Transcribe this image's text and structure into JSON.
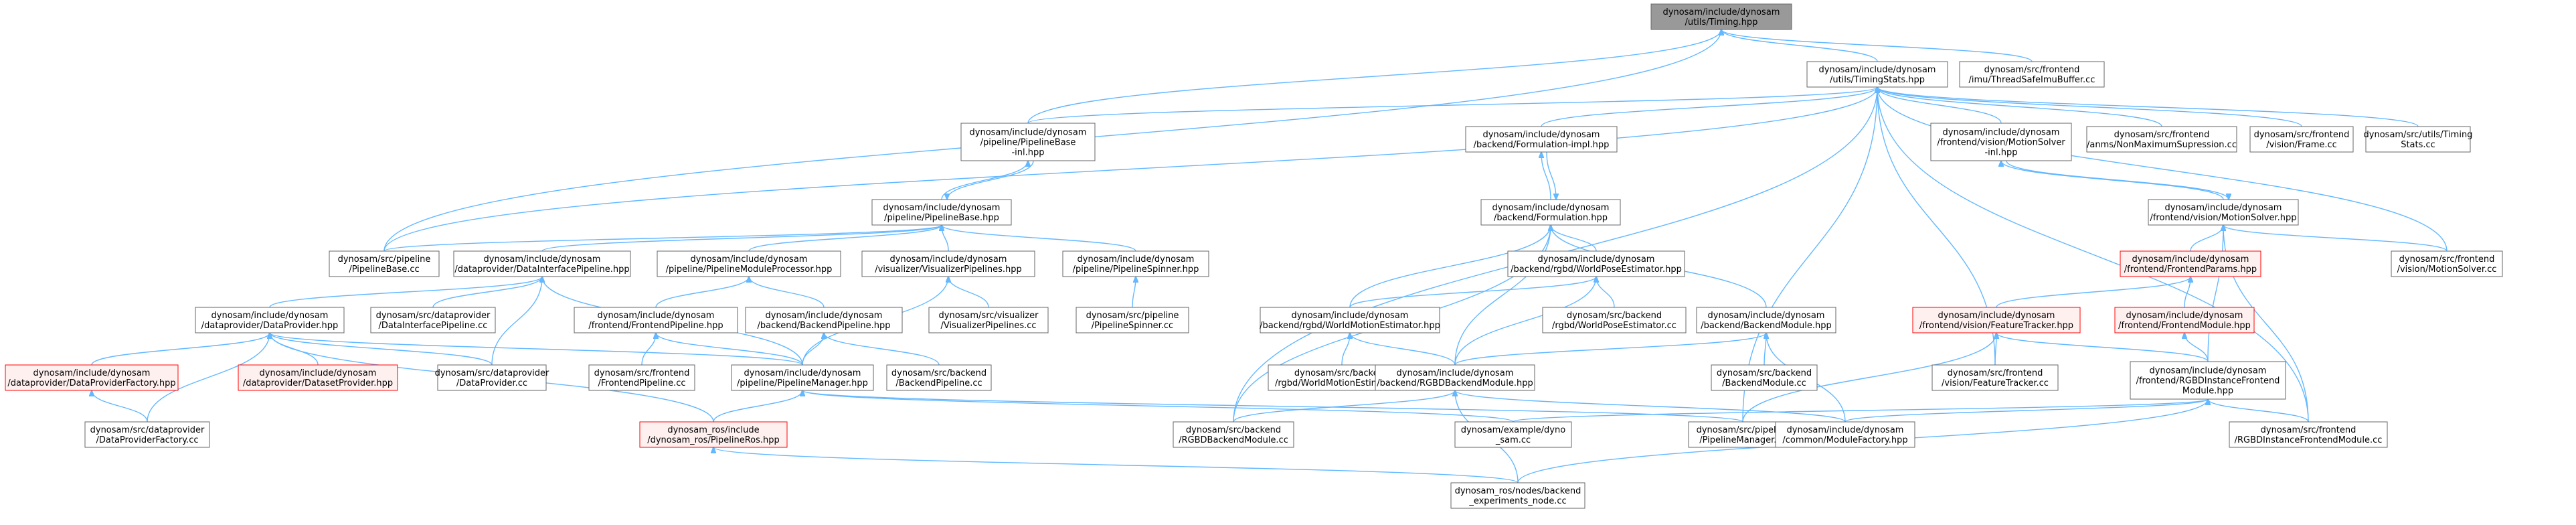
{
  "nodes": [
    {
      "id": "timing",
      "lines": [
        "dynosam/include/dynosam",
        "/utils/Timing.hpp"
      ],
      "style": "root"
    },
    {
      "id": "timingstats_h",
      "lines": [
        "dynosam/include/dynosam",
        "/utils/TimingStats.hpp"
      ],
      "style": "normal"
    },
    {
      "id": "threadsafe",
      "lines": [
        "dynosam/src/frontend",
        "/imu/ThreadSafeImuBuffer.cc"
      ],
      "style": "normal"
    },
    {
      "id": "pipelinebase_inl",
      "lines": [
        "dynosam/include/dynosam",
        "/pipeline/PipelineBase",
        "-inl.hpp"
      ],
      "style": "normal"
    },
    {
      "id": "formulation_impl",
      "lines": [
        "dynosam/include/dynosam",
        "/backend/Formulation-impl.hpp"
      ],
      "style": "normal"
    },
    {
      "id": "motionsolver_inl",
      "lines": [
        "dynosam/include/dynosam",
        "/frontend/vision/MotionSolver",
        "-inl.hpp"
      ],
      "style": "normal"
    },
    {
      "id": "anms",
      "lines": [
        "dynosam/src/frontend",
        "/anms/NonMaximumSupression.cc"
      ],
      "style": "normal"
    },
    {
      "id": "frame_cc",
      "lines": [
        "dynosam/src/frontend",
        "/vision/Frame.cc"
      ],
      "style": "normal"
    },
    {
      "id": "timingstats_cc",
      "lines": [
        "dynosam/src/utils/Timing",
        "Stats.cc"
      ],
      "style": "normal"
    },
    {
      "id": "pipelinebase_h",
      "lines": [
        "dynosam/include/dynosam",
        "/pipeline/PipelineBase.hpp"
      ],
      "style": "normal"
    },
    {
      "id": "formulation_h",
      "lines": [
        "dynosam/include/dynosam",
        "/backend/Formulation.hpp"
      ],
      "style": "normal"
    },
    {
      "id": "motionsolver_h",
      "lines": [
        "dynosam/include/dynosam",
        "/frontend/vision/MotionSolver.hpp"
      ],
      "style": "normal"
    },
    {
      "id": "pipelinebase_cc",
      "lines": [
        "dynosam/src/pipeline",
        "/PipelineBase.cc"
      ],
      "style": "normal"
    },
    {
      "id": "datainterface_h",
      "lines": [
        "dynosam/include/dynosam",
        "/dataprovider/DataInterfacePipeline.hpp"
      ],
      "style": "normal"
    },
    {
      "id": "pipelinemodproc",
      "lines": [
        "dynosam/include/dynosam",
        "/pipeline/PipelineModuleProcessor.hpp"
      ],
      "style": "normal"
    },
    {
      "id": "vizpipelines_h",
      "lines": [
        "dynosam/include/dynosam",
        "/visualizer/VisualizerPipelines.hpp"
      ],
      "style": "normal"
    },
    {
      "id": "pipelinespinner_h",
      "lines": [
        "dynosam/include/dynosam",
        "/pipeline/PipelineSpinner.hpp"
      ],
      "style": "normal"
    },
    {
      "id": "worldpose_h",
      "lines": [
        "dynosam/include/dynosam",
        "/backend/rgbd/WorldPoseEstimator.hpp"
      ],
      "style": "normal"
    },
    {
      "id": "frontendparams",
      "lines": [
        "dynosam/include/dynosam",
        "/frontend/FrontendParams.hpp"
      ],
      "style": "red"
    },
    {
      "id": "motionsolver_cc",
      "lines": [
        "dynosam/src/frontend",
        "/vision/MotionSolver.cc"
      ],
      "style": "normal"
    },
    {
      "id": "dataprovider_h",
      "lines": [
        "dynosam/include/dynosam",
        "/dataprovider/DataProvider.hpp"
      ],
      "style": "normal"
    },
    {
      "id": "datainterface_cc",
      "lines": [
        "dynosam/src/dataprovider",
        "/DataInterfacePipeline.cc"
      ],
      "style": "normal"
    },
    {
      "id": "frontendpipeline_h",
      "lines": [
        "dynosam/include/dynosam",
        "/frontend/FrontendPipeline.hpp"
      ],
      "style": "normal"
    },
    {
      "id": "backendpipeline_h",
      "lines": [
        "dynosam/include/dynosam",
        "/backend/BackendPipeline.hpp"
      ],
      "style": "normal"
    },
    {
      "id": "vizpipelines_cc",
      "lines": [
        "dynosam/src/visualizer",
        "/VisualizerPipelines.cc"
      ],
      "style": "normal"
    },
    {
      "id": "pipelinespinner_cc",
      "lines": [
        "dynosam/src/pipeline",
        "/PipelineSpinner.cc"
      ],
      "style": "normal"
    },
    {
      "id": "worldmotion_h",
      "lines": [
        "dynosam/include/dynosam",
        "/backend/rgbd/WorldMotionEstimator.hpp"
      ],
      "style": "normal"
    },
    {
      "id": "worldpose_cc",
      "lines": [
        "dynosam/src/backend",
        "/rgbd/WorldPoseEstimator.cc"
      ],
      "style": "normal"
    },
    {
      "id": "backendmodule_h",
      "lines": [
        "dynosam/include/dynosam",
        "/backend/BackendModule.hpp"
      ],
      "style": "normal"
    },
    {
      "id": "featuretracker_h",
      "lines": [
        "dynosam/include/dynosam",
        "/frontend/vision/FeatureTracker.hpp"
      ],
      "style": "red"
    },
    {
      "id": "frontendmodule_h",
      "lines": [
        "dynosam/include/dynosam",
        "/frontend/FrontendModule.hpp"
      ],
      "style": "red"
    },
    {
      "id": "dpfactory_h",
      "lines": [
        "dynosam/include/dynosam",
        "/dataprovider/DataProviderFactory.hpp"
      ],
      "style": "red"
    },
    {
      "id": "datasetprovider_h",
      "lines": [
        "dynosam/include/dynosam",
        "/dataprovider/DatasetProvider.hpp"
      ],
      "style": "red"
    },
    {
      "id": "dataprovider_cc",
      "lines": [
        "dynosam/src/dataprovider",
        "/DataProvider.cc"
      ],
      "style": "normal"
    },
    {
      "id": "frontendpipeline_cc",
      "lines": [
        "dynosam/src/frontend",
        "/FrontendPipeline.cc"
      ],
      "style": "normal"
    },
    {
      "id": "pipelinemanager_h",
      "lines": [
        "dynosam/include/dynosam",
        "/pipeline/PipelineManager.hpp"
      ],
      "style": "normal"
    },
    {
      "id": "backendpipeline_cc",
      "lines": [
        "dynosam/src/backend",
        "/BackendPipeline.cc"
      ],
      "style": "normal"
    },
    {
      "id": "worldmotion_cc",
      "lines": [
        "dynosam/src/backend",
        "/rgbd/WorldMotionEstimator.cc"
      ],
      "style": "normal"
    },
    {
      "id": "rgbdbackend_h",
      "lines": [
        "dynosam/include/dynosam",
        "/backend/RGBDBackendModule.hpp"
      ],
      "style": "normal"
    },
    {
      "id": "backendmodule_cc",
      "lines": [
        "dynosam/src/backend",
        "/BackendModule.cc"
      ],
      "style": "normal"
    },
    {
      "id": "featuretracker_cc",
      "lines": [
        "dynosam/src/frontend",
        "/vision/FeatureTracker.cc"
      ],
      "style": "normal"
    },
    {
      "id": "rgbdinstfront_h",
      "lines": [
        "dynosam/include/dynosam",
        "/frontend/RGBDInstanceFrontend",
        "Module.hpp"
      ],
      "style": "normal"
    },
    {
      "id": "dpfactory_cc",
      "lines": [
        "dynosam/src/dataprovider",
        "/DataProviderFactory.cc"
      ],
      "style": "normal"
    },
    {
      "id": "pipelineros",
      "lines": [
        "dynosam_ros/include",
        "/dynosam_ros/PipelineRos.hpp"
      ],
      "style": "red"
    },
    {
      "id": "rgbdbackend_cc",
      "lines": [
        "dynosam/src/backend",
        "/RGBDBackendModule.cc"
      ],
      "style": "normal"
    },
    {
      "id": "example",
      "lines": [
        "dynosam/example/dyno",
        "_sam.cc"
      ],
      "style": "normal"
    },
    {
      "id": "pipelinemanager_cc",
      "lines": [
        "dynosam/src/pipeline",
        "/PipelineManager.cc"
      ],
      "style": "normal"
    },
    {
      "id": "modulefactory",
      "lines": [
        "dynosam/include/dynosam",
        "/common/ModuleFactory.hpp"
      ],
      "style": "normal"
    },
    {
      "id": "rgbdinstfront_cc",
      "lines": [
        "dynosam/src/frontend",
        "/RGBDInstanceFrontendModule.cc"
      ],
      "style": "normal"
    },
    {
      "id": "backend_experiments",
      "lines": [
        "dynosam_ros/nodes/backend",
        "_experiments_node.cc"
      ],
      "style": "normal"
    }
  ],
  "edges": [
    [
      "timing",
      "timingstats_h"
    ],
    [
      "timing",
      "threadsafe"
    ],
    [
      "timing",
      "pipelinebase_inl"
    ],
    [
      "timing",
      "pipelinebase_cc"
    ],
    [
      "timingstats_h",
      "pipelinebase_inl"
    ],
    [
      "timingstats_h",
      "formulation_impl"
    ],
    [
      "timingstats_h",
      "motionsolver_inl"
    ],
    [
      "timingstats_h",
      "anms"
    ],
    [
      "timingstats_h",
      "frame_cc"
    ],
    [
      "timingstats_h",
      "timingstats_cc"
    ],
    [
      "timingstats_h",
      "pipelinebase_cc"
    ],
    [
      "timingstats_h",
      "rgbdbackend_cc"
    ],
    [
      "timingstats_h",
      "pipelinemanager_cc"
    ],
    [
      "timingstats_h",
      "featuretracker_cc"
    ],
    [
      "timingstats_h",
      "motionsolver_cc"
    ],
    [
      "timingstats_h",
      "rgbdinstfront_cc"
    ],
    [
      "pipelinebase_inl",
      "pipelinebase_h"
    ],
    [
      "pipelinebase_h",
      "pipelinebase_inl"
    ],
    [
      "formulation_impl",
      "formulation_h"
    ],
    [
      "formulation_h",
      "formulation_impl"
    ],
    [
      "motionsolver_inl",
      "motionsolver_h"
    ],
    [
      "motionsolver_h",
      "motionsolver_inl"
    ],
    [
      "pipelinebase_h",
      "pipelinebase_cc"
    ],
    [
      "pipelinebase_h",
      "datainterface_h"
    ],
    [
      "pipelinebase_h",
      "pipelinemodproc"
    ],
    [
      "pipelinebase_h",
      "vizpipelines_h"
    ],
    [
      "pipelinebase_h",
      "pipelinespinner_h"
    ],
    [
      "formulation_h",
      "worldpose_h"
    ],
    [
      "formulation_h",
      "worldmotion_h"
    ],
    [
      "formulation_h",
      "backendmodule_h"
    ],
    [
      "formulation_h",
      "rgbdbackend_h"
    ],
    [
      "formulation_h",
      "rgbdbackend_cc"
    ],
    [
      "motionsolver_h",
      "frontendparams"
    ],
    [
      "motionsolver_h",
      "motionsolver_cc"
    ],
    [
      "motionsolver_h",
      "rgbdinstfront_h"
    ],
    [
      "motionsolver_h",
      "rgbdinstfront_cc"
    ],
    [
      "datainterface_h",
      "dataprovider_h"
    ],
    [
      "datainterface_h",
      "datainterface_cc"
    ],
    [
      "datainterface_h",
      "pipelinemanager_h"
    ],
    [
      "datainterface_h",
      "dataprovider_cc"
    ],
    [
      "pipelinemodproc",
      "frontendpipeline_h"
    ],
    [
      "pipelinemodproc",
      "backendpipeline_h"
    ],
    [
      "vizpipelines_h",
      "vizpipelines_cc"
    ],
    [
      "vizpipelines_h",
      "pipelinemanager_h"
    ],
    [
      "pipelinespinner_h",
      "pipelinespinner_cc"
    ],
    [
      "worldpose_h",
      "worldmotion_h"
    ],
    [
      "worldpose_h",
      "worldpose_cc"
    ],
    [
      "worldpose_h",
      "rgbdbackend_h"
    ],
    [
      "frontendparams",
      "featuretracker_h"
    ],
    [
      "frontendparams",
      "frontendmodule_h"
    ],
    [
      "dataprovider_h",
      "dpfactory_h"
    ],
    [
      "dataprovider_h",
      "datasetprovider_h"
    ],
    [
      "dataprovider_h",
      "dataprovider_cc"
    ],
    [
      "dataprovider_h",
      "pipelinemanager_h"
    ],
    [
      "dataprovider_h",
      "dpfactory_cc"
    ],
    [
      "dataprovider_h",
      "pipelineros"
    ],
    [
      "frontendpipeline_h",
      "frontendpipeline_cc"
    ],
    [
      "frontendpipeline_h",
      "pipelinemanager_h"
    ],
    [
      "backendpipeline_h",
      "backendpipeline_cc"
    ],
    [
      "backendpipeline_h",
      "pipelinemanager_h"
    ],
    [
      "worldmotion_h",
      "worldmotion_cc"
    ],
    [
      "worldmotion_h",
      "rgbdbackend_h"
    ],
    [
      "backendmodule_h",
      "rgbdbackend_h"
    ],
    [
      "backendmodule_h",
      "backendmodule_cc"
    ],
    [
      "backendmodule_h",
      "modulefactory"
    ],
    [
      "featuretracker_h",
      "featuretracker_cc"
    ],
    [
      "featuretracker_h",
      "rgbdinstfront_h"
    ],
    [
      "featuretracker_h",
      "pipelinemanager_cc"
    ],
    [
      "frontendmodule_h",
      "rgbdinstfront_h"
    ],
    [
      "dpfactory_h",
      "dpfactory_cc"
    ],
    [
      "pipelinemanager_h",
      "pipelineros"
    ],
    [
      "pipelinemanager_h",
      "example"
    ],
    [
      "pipelinemanager_h",
      "pipelinemanager_cc"
    ],
    [
      "rgbdbackend_h",
      "rgbdbackend_cc"
    ],
    [
      "rgbdbackend_h",
      "modulefactory"
    ],
    [
      "rgbdbackend_h",
      "backend_experiments"
    ],
    [
      "rgbdinstfront_h",
      "modulefactory"
    ],
    [
      "rgbdinstfront_h",
      "rgbdinstfront_cc"
    ],
    [
      "rgbdinstfront_h",
      "backend_experiments"
    ],
    [
      "rgbdinstfront_h",
      "example"
    ],
    [
      "pipelineros",
      "backend_experiments"
    ]
  ]
}
